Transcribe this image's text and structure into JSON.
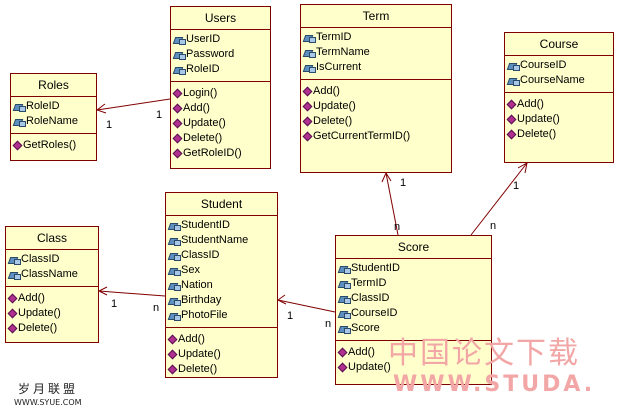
{
  "classes": {
    "users": {
      "name": "Users",
      "attributes": [
        "UserID",
        "Password",
        "RoleID"
      ],
      "operations": [
        "Login()",
        "Add()",
        "Update()",
        "Delete()",
        "GetRoleID()"
      ]
    },
    "roles": {
      "name": "Roles",
      "attributes": [
        "RoleID",
        "RoleName"
      ],
      "operations": [
        "GetRoles()"
      ]
    },
    "term": {
      "name": "Term",
      "attributes": [
        "TermID",
        "TermName",
        "IsCurrent"
      ],
      "operations": [
        "Add()",
        "Update()",
        "Delete()",
        "GetCurrentTermID()"
      ]
    },
    "course": {
      "name": "Course",
      "attributes": [
        "CourseID",
        "CourseName"
      ],
      "operations": [
        "Add()",
        "Update()",
        "Delete()"
      ]
    },
    "student": {
      "name": "Student",
      "attributes": [
        "StudentID",
        "StudentName",
        "ClassID",
        "Sex",
        "Nation",
        "Birthday",
        "PhotoFile"
      ],
      "operations": [
        "Add()",
        "Update()",
        "Delete()"
      ]
    },
    "class": {
      "name": "Class",
      "attributes": [
        "ClassID",
        "ClassName"
      ],
      "operations": [
        "Add()",
        "Update()",
        "Delete()"
      ]
    },
    "score": {
      "name": "Score",
      "attributes": [
        "StudentID",
        "TermID",
        "ClassID",
        "CourseID",
        "Score"
      ],
      "operations": [
        "Add()",
        "Update()"
      ]
    }
  },
  "multiplicities": {
    "roles_users_roles": "1",
    "roles_users_users": "1",
    "term_score_term": "1",
    "term_score_score": "n",
    "course_score_course": "1",
    "course_score_score": "n",
    "student_score_student": "1",
    "student_score_score": "n",
    "class_student_class": "1",
    "class_student_student": "n"
  },
  "watermark": {
    "chinese": "中国论文下载",
    "url": "WWW.STUDA."
  },
  "logo": {
    "chinese": "岁月联盟",
    "url": "WWW.SYUE.COM"
  }
}
